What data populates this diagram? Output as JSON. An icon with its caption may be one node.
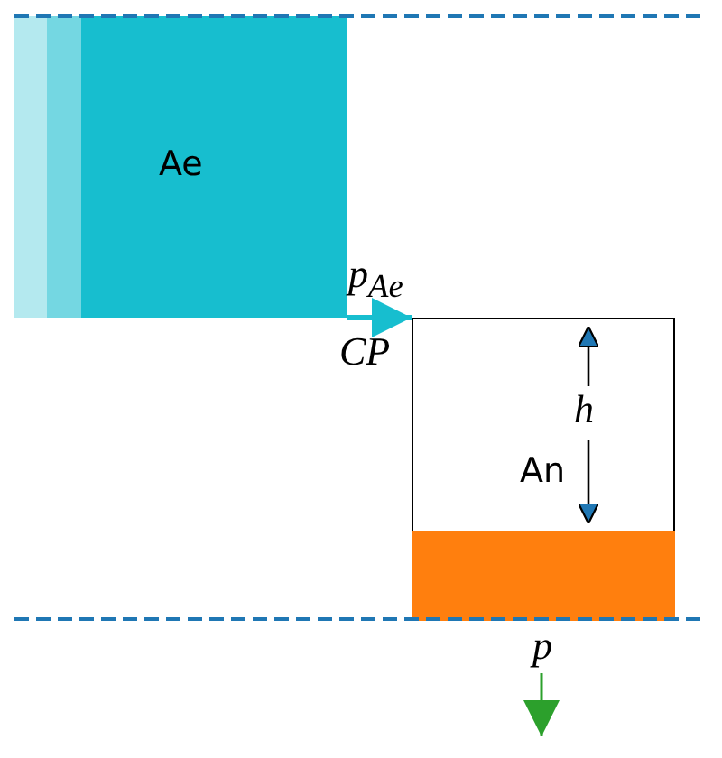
{
  "diagram": {
    "nodes": [
      {
        "text": [
          "Ae"
        ]
      },
      {
        "text": [
          "An"
        ]
      },
      {
        "text": [],
        "shape": "box",
        "in": 1
      }
    ],
    "edges": [
      {
        "from": 0,
        "to": 1,
        "arrow": "to",
        "label": "p$_{Ae}$"
      }
    ],
    "labels": [
      "CP",
      "h",
      "p"
    ]
  }
}
